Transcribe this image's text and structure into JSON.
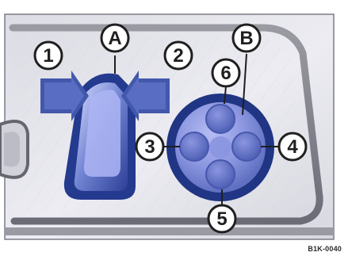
{
  "figure": {
    "reference_code": "B1K-0040",
    "callouts": {
      "a": "A",
      "b": "B",
      "c1": "1",
      "c2": "2",
      "c3": "3",
      "c4": "4",
      "c5": "5",
      "c6": "6"
    }
  },
  "colors": {
    "panel_light": "#ececf1",
    "panel_shadow": "#8e8e98",
    "panel_edge": "#5d5d67",
    "control_blue": "#4d63b2",
    "control_blue_dark": "#1f2f82",
    "control_blue_light": "#a6aef0",
    "arrow_blue": "#3f56a6",
    "text_dark": "#1f1f1f"
  },
  "icons": [
    "seat-adjust-switch-icon",
    "push-arrow-icon",
    "rotary-control-icon"
  ]
}
